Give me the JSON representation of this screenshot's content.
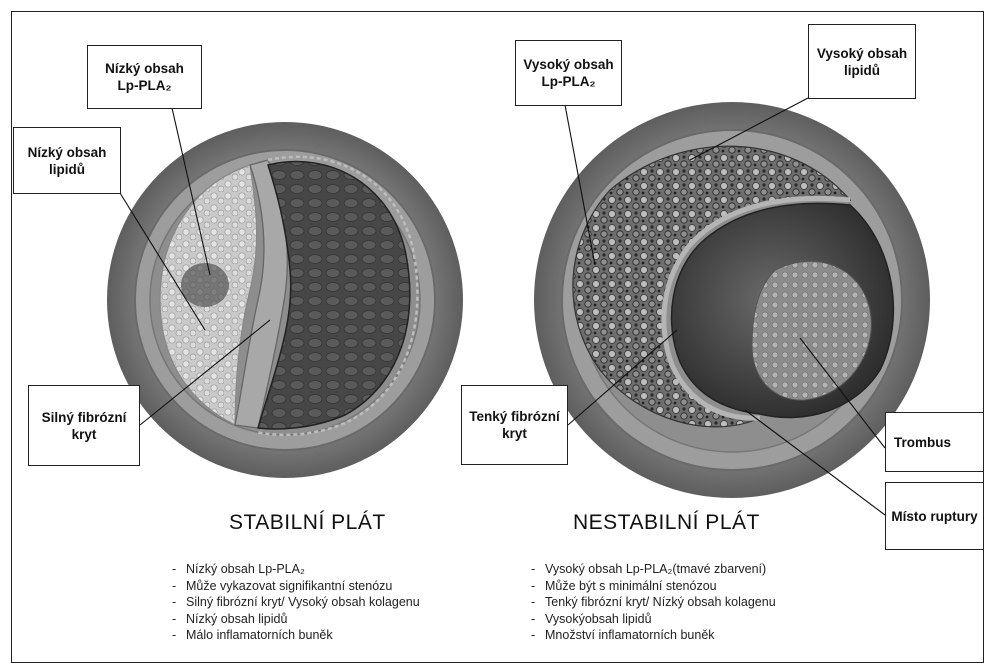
{
  "callouts": {
    "stable_low_lppla2": "Nízký obsah\nLp-PLA₂",
    "stable_low_lipids": "Nízký obsah\nlipidů",
    "stable_thick_cap": "Silný fibrózní\nkryt",
    "unstable_high_lppla2": "Vysoký obsah\nLp-PLA₂",
    "unstable_high_lipids": "Vysoký obsah\nlipidů",
    "unstable_thin_cap": "Tenký fibrózní\nkryt",
    "thrombus": "Trombus",
    "rupture_site": "Místo ruptury"
  },
  "stable": {
    "heading": "STABILNÍ PLÁT",
    "bullets": [
      "Nízký obsah Lp-PLA₂",
      "Může vykazovat signifikantní stenózu",
      "Silný fibrózní kryt/  Vysoký obsah kolagenu",
      "Nízký obsah lipidů",
      "Málo inflamatorních buněk"
    ]
  },
  "unstable": {
    "heading": "NESTABILNÍ PLÁT",
    "bullets": [
      "Vysoký obsah Lp-PLA₂(tmavé zbarvení)",
      "Může být s minimální stenózou",
      "Tenký fibrózní kryt/ Nízký obsah kolagenu",
      "Vysokýobsah lipidů",
      "Množství inflamatorních buněk"
    ]
  },
  "colors": {
    "outer_wall": "#7a7a7a",
    "media": "#9a9a9a",
    "lumen": "#3a3a3a",
    "plaque_light": "#cfcfcf",
    "plaque_dark": "#555555"
  }
}
